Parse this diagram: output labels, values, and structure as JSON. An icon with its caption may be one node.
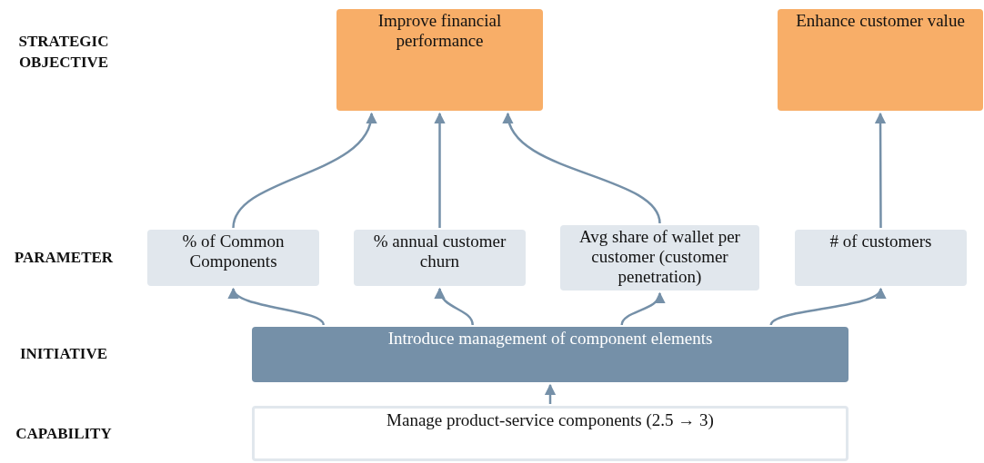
{
  "diagram": {
    "nodes": [
      {
        "text": [
          "Improve financial performance"
        ]
      },
      {
        "text": [
          "Enhance customer value"
        ]
      },
      {
        "text": [
          "% of Common Components"
        ]
      },
      {
        "text": [
          "% annual customer churn"
        ]
      },
      {
        "text": [
          "Avg share of wallet per customer (customer penetration)"
        ]
      },
      {
        "text": [
          "# of customers"
        ]
      },
      {
        "text": [
          "Introduce management of component elements"
        ]
      },
      {
        "text": [
          "Manage product-service components (2.5 → 3)"
        ]
      }
    ],
    "edges": [
      {
        "from": 2,
        "to": 0,
        "arrow": "to"
      },
      {
        "from": 3,
        "to": 0,
        "arrow": "to"
      },
      {
        "from": 4,
        "to": 0,
        "arrow": "to"
      },
      {
        "from": 5,
        "to": 1,
        "arrow": "to"
      },
      {
        "from": 6,
        "to": 2,
        "arrow": "to"
      },
      {
        "from": 6,
        "to": 3,
        "arrow": "to"
      },
      {
        "from": 6,
        "to": 4,
        "arrow": "to"
      },
      {
        "from": 6,
        "to": 5,
        "arrow": "to"
      },
      {
        "from": 7,
        "to": 6,
        "arrow": "to"
      }
    ],
    "labels": [
      "STRATEGIC OBJECTIVE",
      "PARAMETER",
      "INITIATIVE",
      "CAPABILITY"
    ]
  }
}
